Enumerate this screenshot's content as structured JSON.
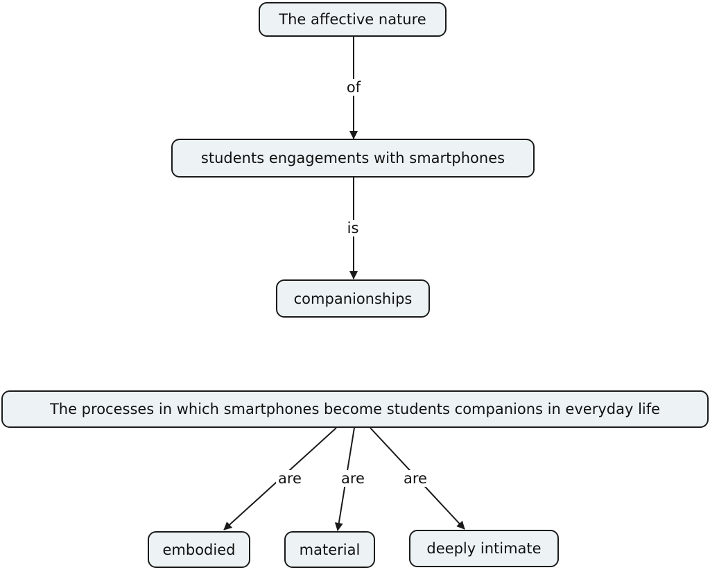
{
  "nodes": {
    "affective_nature": "The affective nature",
    "student_engagements": "students engagements with smartphones",
    "companionships": "companionships",
    "processes": "The processes in which smartphones become students companions in everyday life",
    "embodied": "embodied",
    "material": "material",
    "deeply_intimate": "deeply intimate"
  },
  "links": {
    "of": "of",
    "is": "is",
    "are_embodied": "are",
    "are_material": "are",
    "are_intimate": "are"
  },
  "colors": {
    "node_fill": "#edf3f5",
    "stroke": "#1a1a1a"
  }
}
